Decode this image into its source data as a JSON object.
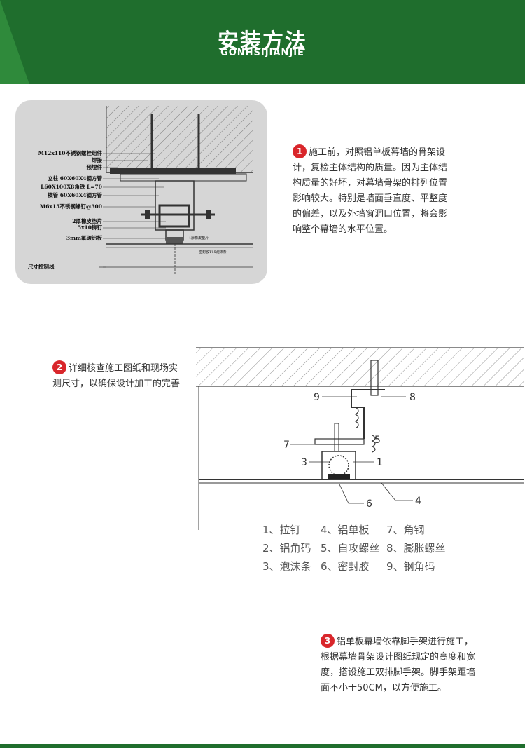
{
  "header": {
    "title": "安装方法",
    "subtitle": "GONHSIJIANJIE"
  },
  "drawing1": {
    "labels": [
      "M12x110不锈钢螺栓组件",
      "焊接",
      "预埋件",
      "立柱 60X60X4钢方管",
      "L60X100X8角铁 L=70",
      "横管 60X60X4钢方管",
      "M6x15不锈钢螺钉@300",
      "2厚橡皮垫片",
      "5x10铆钉",
      "3mm氟碳铝板",
      "尺寸控制线"
    ],
    "note": "1厚橡皮垫片",
    "note2": "密封胶T15泡沫条"
  },
  "drawing2": {
    "numbers": [
      "9",
      "8",
      "7",
      "5",
      "3",
      "1",
      "6",
      "4"
    ],
    "legend": [
      [
        "1、拉钉",
        "4、铝单板",
        "7、角钢"
      ],
      [
        "2、铝角码",
        "5、自攻螺丝",
        "8、膨胀螺丝"
      ],
      [
        "3、泡沫条",
        "6、密封胶",
        "9、钢角码"
      ]
    ]
  },
  "steps": [
    {
      "num": "1",
      "lines": [
        "施工前，对照铝单板幕墙的骨架设",
        "计，复检主体结构的质量。因为主体结",
        "构质量的好坏，对幕墙骨架的排列位置",
        "影响较大。特别是墙面垂直度、平整度",
        "的偏差，以及外墙窗洞口位置，将会影",
        "响整个幕墙的水平位置。"
      ]
    },
    {
      "num": "2",
      "lines": [
        "详细核查施工图纸和现场实",
        "测尺寸，以确保设计加工的完善"
      ]
    },
    {
      "num": "3",
      "lines": [
        "铝单板幕墙依靠脚手架进行施工，",
        "根据幕墙骨架设计图纸规定的高度和宽",
        "度，搭设施工双排脚手架。脚手架距墙",
        "面不小于50CM，以方便施工。"
      ]
    }
  ],
  "colors": {
    "header_green": "#1f6e2d",
    "badge_red": "#d9262b"
  }
}
